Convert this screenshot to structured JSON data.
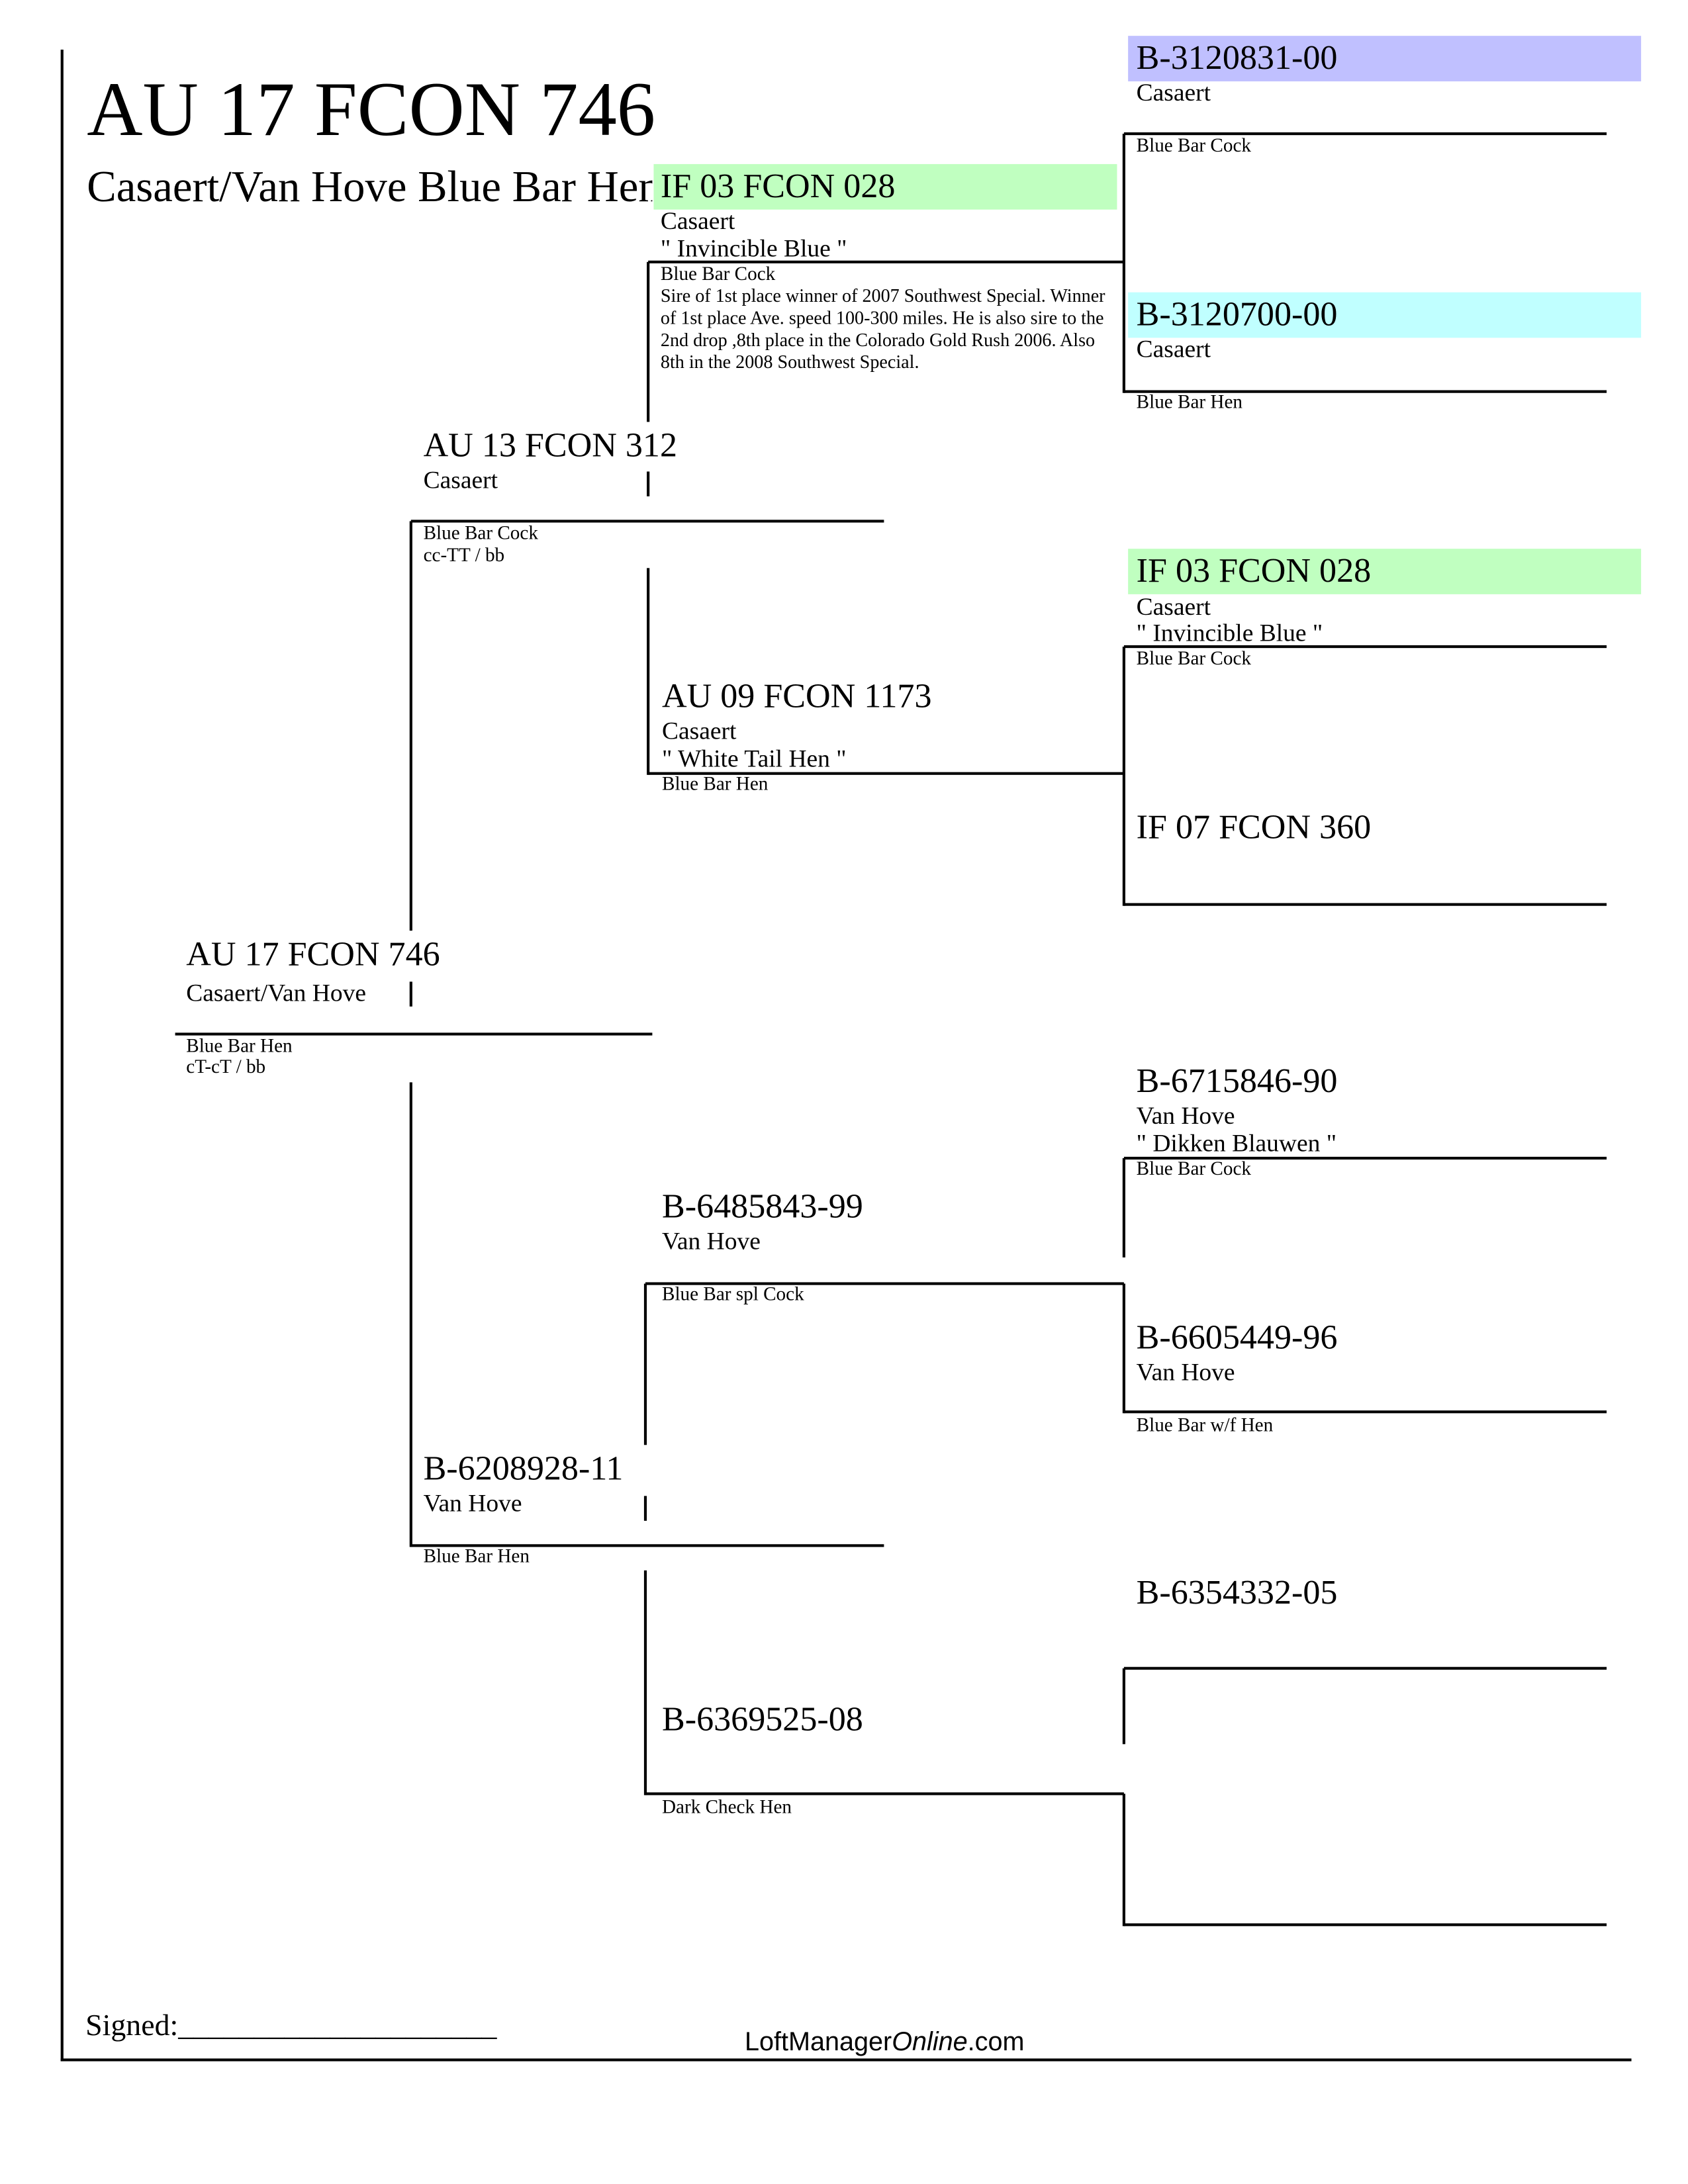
{
  "header": {
    "title": "AU 17 FCON 746",
    "subtitle": "Casaert/Van Hove Blue Bar Hen"
  },
  "colors": {
    "green": "#c0ffc0",
    "purple": "#c0c0ff",
    "cyan": "#c0ffff"
  },
  "subject": {
    "band": "AU 17 FCON 746",
    "breeder": "Casaert/Van Hove",
    "color": "Blue Bar Hen",
    "genetics": "cT-cT / bb"
  },
  "sire": {
    "band": "AU 13 FCON 312",
    "breeder": "Casaert",
    "color": "Blue Bar Cock",
    "genetics": "cc-TT / bb"
  },
  "dam": {
    "band": "B-6208928-11",
    "breeder": "Van Hove",
    "color": "Blue Bar Hen"
  },
  "ss": {
    "band": "IF 03 FCON 028",
    "breeder": "Casaert",
    "name": "\" Invincible Blue \"",
    "color": "Blue Bar Cock",
    "notes": "Sire of 1st place winner of 2007 Southwest Special. Winner of 1st place Ave. speed 100-300 miles. He is also sire to the 2nd drop ,8th place in the Colorado Gold Rush 2006. Also 8th in the 2008 Southwest Special."
  },
  "sd": {
    "band": "AU 09 FCON 1173",
    "breeder": "Casaert",
    "name": "\" White Tail Hen \"",
    "color": "Blue Bar Hen"
  },
  "ds": {
    "band": "B-6485843-99",
    "breeder": "Van Hove",
    "color": "Blue Bar spl Cock"
  },
  "dd": {
    "band": "B-6369525-08",
    "color": "Dark Check Hen"
  },
  "sss": {
    "band": "B-3120831-00",
    "breeder": "Casaert",
    "color": "Blue Bar Cock"
  },
  "ssd": {
    "band": "B-3120700-00",
    "breeder": "Casaert",
    "color": "Blue Bar Hen"
  },
  "sds": {
    "band": "IF 03 FCON 028",
    "breeder": "Casaert",
    "name": "\" Invincible Blue \"",
    "color": "Blue Bar Cock"
  },
  "sdd": {
    "band": "IF 07 FCON 360"
  },
  "dss": {
    "band": "B-6715846-90",
    "breeder": "Van Hove",
    "name": "\" Dikken Blauwen \"",
    "color": "Blue Bar Cock"
  },
  "dsd": {
    "band": "B-6605449-96",
    "breeder": "Van Hove",
    "color": "Blue Bar w/f Hen"
  },
  "dds": {
    "band": "B-6354332-05"
  },
  "footer": {
    "signed": "Signed:_____________________",
    "brand_main": "LoftManager",
    "brand_italic": "Online",
    "brand_tail": ".com"
  }
}
